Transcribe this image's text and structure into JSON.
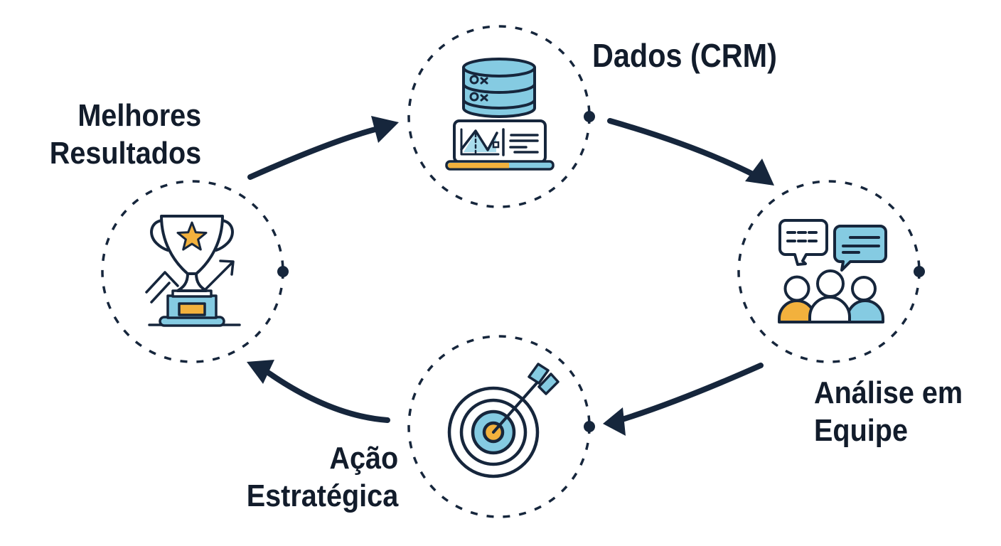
{
  "nodes": {
    "dados": {
      "label": "Dados (CRM)",
      "display": "Dados (CRM)",
      "icon": "database-analytics"
    },
    "analise": {
      "label": "Análise em Equipe",
      "display": "Análise em\nEquipe",
      "icon": "team-discussion"
    },
    "acao": {
      "label": "Ação Estratégica",
      "display": "Ação\nEstratégica",
      "icon": "target-dart"
    },
    "melhores": {
      "label": "Melhores Resultados",
      "display": "Melhores\nResultados",
      "icon": "trophy-growth"
    }
  },
  "cycle_order": [
    "Melhores Resultados",
    "Dados (CRM)",
    "Análise em Equipe",
    "Ação Estratégica"
  ],
  "flow_direction": "clockwise",
  "colors": {
    "navy": "#16263C",
    "text": "#121C2B",
    "blue": "#85CBE2",
    "blue_light": "#A9DCEC",
    "orange": "#F2B13D",
    "bg": "#FFFFFF"
  }
}
